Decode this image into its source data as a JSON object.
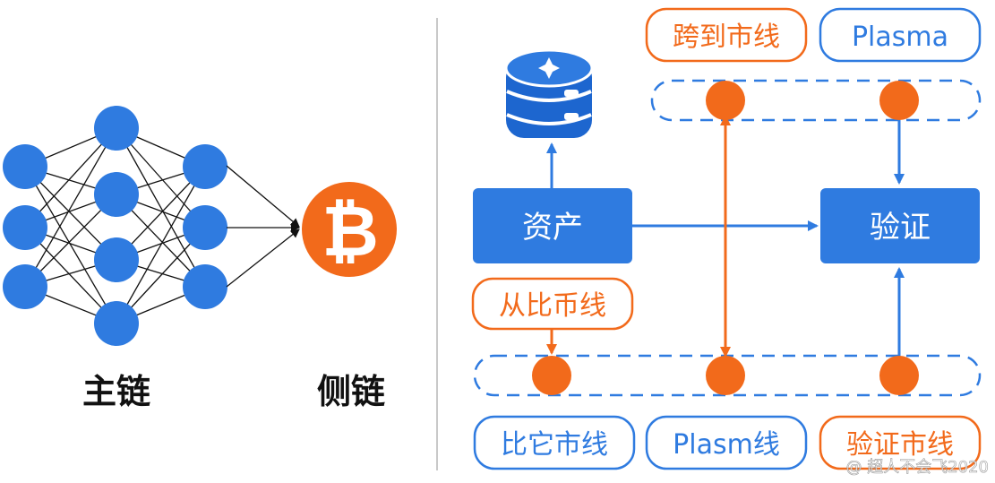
{
  "colors": {
    "blue": "#2f7be0",
    "blue_dark": "#1d66cf",
    "orange": "#f26a1b",
    "black": "#111111",
    "divider": "#c9c9c9",
    "box_text": "#ffffff"
  },
  "left": {
    "main_chain_label": "主链",
    "side_chain_label": "侧链",
    "coin_icon": "bitcoin-icon"
  },
  "right": {
    "database_icon": "database-icon",
    "asset_box": "资产",
    "verify_box": "验证",
    "tags": {
      "cross_line": "跨到市线",
      "plasma": "Plasma",
      "slave_coin_line": "从比币线",
      "other_coin_line": "比它市线",
      "plasm_line": "Plasm线",
      "verify_market_line": "验证市线"
    }
  },
  "watermark": "@ 超人不会飞2020"
}
